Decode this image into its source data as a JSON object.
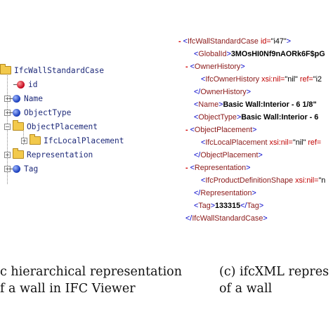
{
  "tree": {
    "nodes": [
      {
        "label": "IfcWallStandardCase",
        "icon": "folder",
        "expander": ""
      },
      {
        "label": "id",
        "icon": "attribute-red",
        "expander": ""
      },
      {
        "label": "Name",
        "icon": "attribute-blue",
        "expander": "+"
      },
      {
        "label": "ObjectType",
        "icon": "attribute-blue",
        "expander": "+"
      },
      {
        "label": "ObjectPlacement",
        "icon": "folder",
        "expander": "−"
      },
      {
        "label": "IfcLocalPlacement",
        "icon": "folder",
        "expander": "+"
      },
      {
        "label": "Representation",
        "icon": "folder",
        "expander": "+"
      },
      {
        "label": "Tag",
        "icon": "attribute-blue",
        "expander": "+"
      }
    ]
  },
  "xml": {
    "l0": {
      "tag": "IfcWallStandardCase",
      "attr": "id=",
      "val": "\"i47\""
    },
    "l1": {
      "tag": "GlobalId",
      "text": "3MOsHI0Nf9nAORk6F$pG"
    },
    "l2": {
      "tag": "OwnerHistory"
    },
    "l3": {
      "tag": "IfcOwnerHistory",
      "attr": "xsi:nil=",
      "val": "\"nil\"",
      "attr2": "ref=",
      "val2": "\"i2"
    },
    "l4": {
      "tag": "OwnerHistory"
    },
    "l5": {
      "tag": "Name",
      "text": "Basic Wall:Interior - 6 1/8\""
    },
    "l6": {
      "tag": "ObjectType",
      "text": "Basic Wall:Interior - 6"
    },
    "l7": {
      "tag": "ObjectPlacement"
    },
    "l8": {
      "tag": "IfcLocalPlacement",
      "attr": "xsi:nil=",
      "val": "\"nil\"",
      "attr2": "ref="
    },
    "l9": {
      "tag": "ObjectPlacement"
    },
    "l10": {
      "tag": "Representation"
    },
    "l11": {
      "tag": "IfcProductDefinitionShape",
      "attr": "xsi:nil=",
      "val": "\"n"
    },
    "l12": {
      "tag": "Representation"
    },
    "l13": {
      "tag": "Tag",
      "text": "133315"
    },
    "l14": {
      "tag": "IfcWallStandardCase"
    }
  },
  "captions": {
    "left_line1": "c hierarchical representation",
    "left_line2": "f a wall in IFC Viewer",
    "right_line1": "(c) ifcXML repres",
    "right_line2": "of a wall"
  }
}
